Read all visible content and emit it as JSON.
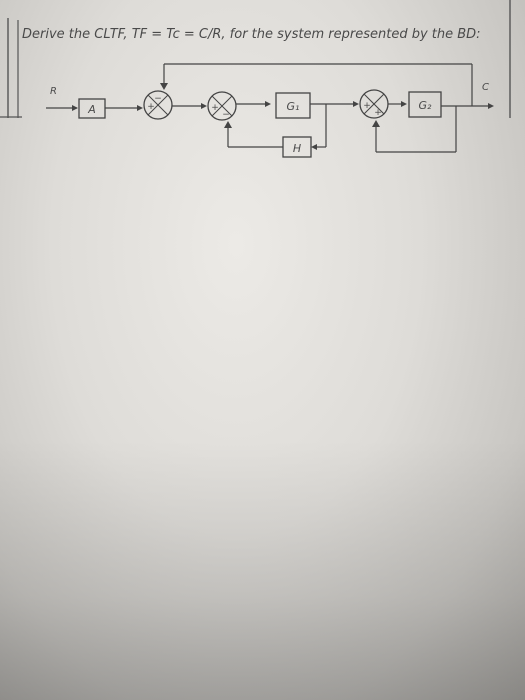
{
  "header": {
    "problem_statement": "Derive the CLTF, TF = Tc = C/R, for the system represented by the BD:"
  },
  "block_diagram": {
    "input_label": "R",
    "output_label": "C",
    "blocks": {
      "a": "A",
      "g1": "G₁",
      "g2": "G₂",
      "h": "H"
    },
    "junction_signs": {
      "sj1_top": "−",
      "sj1_left": "+",
      "sj2_left": "+",
      "sj2_bottom": "−",
      "sj3_left": "+",
      "sj3_bottom": "+"
    }
  },
  "colors": {
    "ink": "#4a4a4a",
    "paper": "#e6e4e0"
  }
}
